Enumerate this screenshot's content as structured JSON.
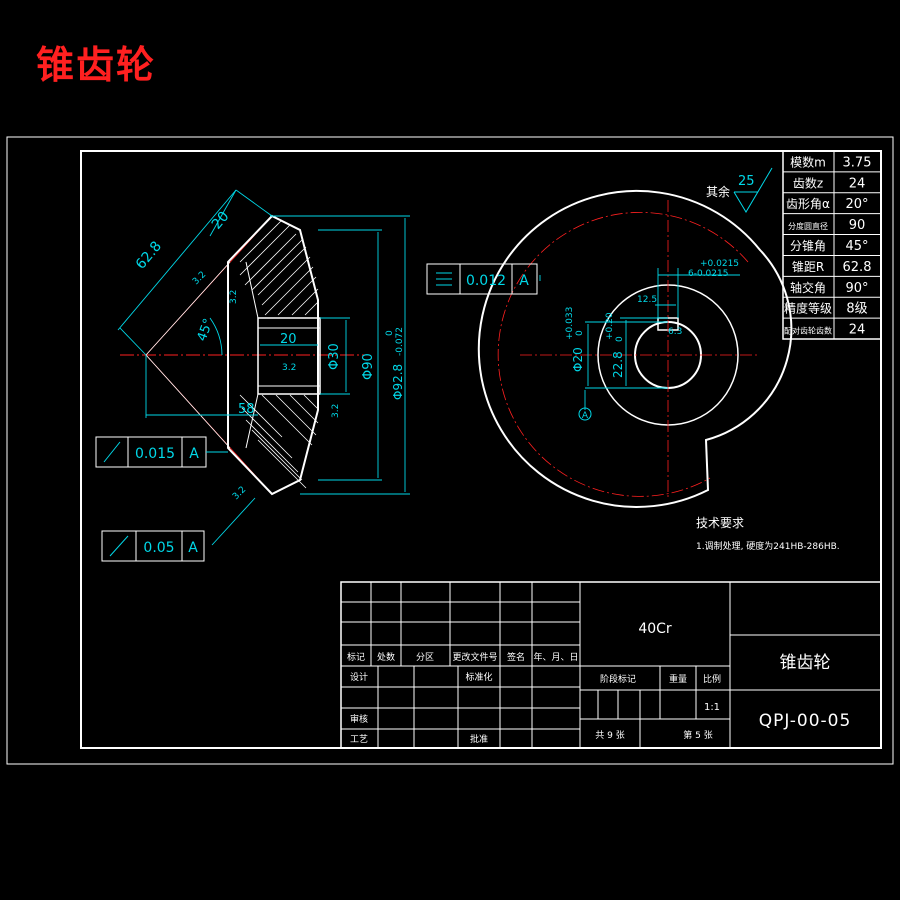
{
  "title": "锥齿轮",
  "params": [
    {
      "name": "模数m",
      "value": "3.75"
    },
    {
      "name": "齿数z",
      "value": "24"
    },
    {
      "name": "齿形角α",
      "value": "20°"
    },
    {
      "name": "分度圆直径",
      "value": "90"
    },
    {
      "name": "分锥角",
      "value": "45°"
    },
    {
      "name": "锥距R",
      "value": "62.8"
    },
    {
      "name": "轴交角",
      "value": "90°"
    },
    {
      "name": "精度等级",
      "value": "8级"
    },
    {
      "name": "配对齿轮齿数",
      "value": "24"
    }
  ],
  "surface": {
    "label": "其余",
    "value": "25"
  },
  "dims": {
    "d628": "62.8",
    "d20top": "20",
    "d32a": "3.2",
    "d32b": "3.2",
    "d32c": "3.2",
    "d32d": "3.2",
    "d32e": "3.2",
    "d45": "45°",
    "d20bore": "20",
    "d58": "58",
    "dphi30": "Φ30",
    "dphi90": "Φ90",
    "dphi928": "Φ92.8",
    "dphi928tol": "0",
    "dphi928tol2": "-0.072",
    "key_up": "+0.0215",
    "key_lo": "6-0.0215",
    "d125": "12.5",
    "d63": "6.3",
    "phi20": "Φ20",
    "phi20tol": "+0.033",
    "phi20tol2": "0",
    "d228": "22.8",
    "d228tol": "+0.20",
    "d228tol2": "0",
    "datum": "A"
  },
  "tol_flat": {
    "value": "0.012",
    "datum": "A"
  },
  "tol_run1": {
    "value": "0.015",
    "datum": "A"
  },
  "tol_run2": {
    "value": "0.05",
    "datum": "A"
  },
  "notes": {
    "heading": "技术要求",
    "line1": "1.调制处理, 硬度为241HB-286HB."
  },
  "titleblock": {
    "material": "40Cr",
    "part_name": "锥齿轮",
    "drawing_no": "QPJ-00-05",
    "scale": "1:1",
    "h_mark": "标记",
    "h_count": "处数",
    "h_zone": "分区",
    "h_docno": "更改文件号",
    "h_sign": "签名",
    "h_date": "年、月、日",
    "h_design": "设计",
    "h_std": "标准化",
    "h_stage": "阶段标记",
    "h_weight": "重量",
    "h_scale": "比例",
    "h_check": "审核",
    "h_process": "工艺",
    "h_approve": "批准",
    "total": "共 9 张",
    "sheet": "第 5 张"
  }
}
